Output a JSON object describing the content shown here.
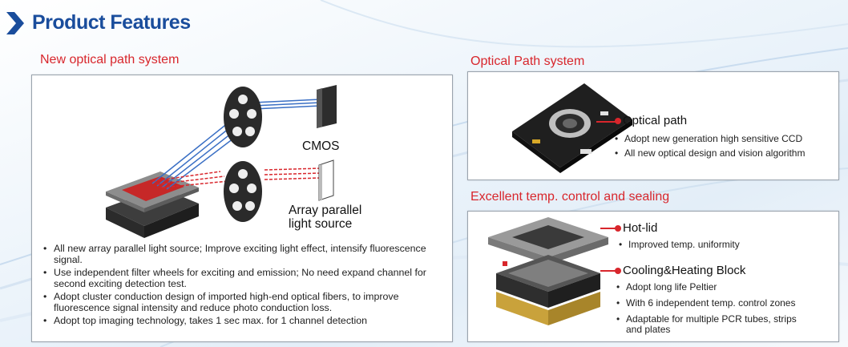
{
  "title": "Product Features",
  "left": {
    "section_title": "New optical path system",
    "labels": {
      "cmos": "CMOS",
      "array_light": "Array parallel light source"
    },
    "bullets": [
      "All new array parallel light source; Improve exciting light effect, intensify fluorescence signal.",
      "Use independent filter wheels for exciting and emission; No need expand channel for second exciting detection test.",
      "Adopt cluster conduction design of imported high-end optical fibers, to improve fluorescence signal intensity and reduce photo conduction loss.",
      "Adopt top imaging technology, takes 1 sec max. for 1 channel detection"
    ]
  },
  "right_top": {
    "section_title": "Optical Path system",
    "callout": "Optical path",
    "items": [
      "Adopt new generation high sensitive CCD",
      "All new optical design and vision algorithm"
    ]
  },
  "right_bottom": {
    "section_title": "Excellent temp. control and sealing",
    "hotlid": {
      "callout": "Hot-lid",
      "items": [
        "Improved temp. uniformity"
      ]
    },
    "block": {
      "callout": "Cooling&Heating Block",
      "items": [
        "Adopt long life Peltier",
        "With 6 independent temp. control zones",
        "Adaptable for multiple PCR tubes, strips and plates"
      ]
    }
  },
  "colors": {
    "accent_red": "#d8262c",
    "title_blue": "#1a4d9c"
  }
}
